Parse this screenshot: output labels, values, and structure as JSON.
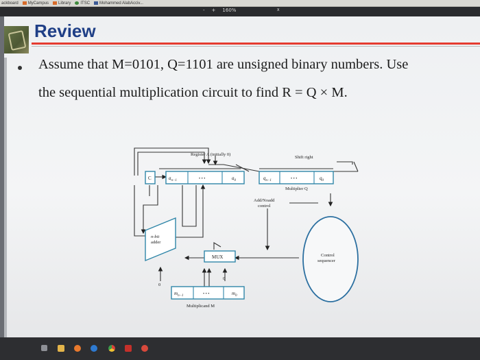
{
  "browser": {
    "bookmarks": [
      "ackboard",
      "MyCampus",
      "Library",
      "ITSC",
      "Mohammed AlabAcciv..."
    ],
    "zoom": {
      "minus": "-",
      "plus": "+",
      "level": "160%"
    },
    "close": "x"
  },
  "slide": {
    "title": "Review",
    "bullet": "•",
    "question_line1": "Assume that M=0101, Q=1101 are unsigned binary numbers. Use",
    "question_line2": "the sequential multiplication circuit to find R = Q × M."
  },
  "diagram": {
    "register_a_label": "Register A (initially 0)",
    "shift_right_label": "Shift right",
    "c_label": "C",
    "a_high": "a",
    "a_high_sub": "n−1",
    "a_low": "a",
    "a_low_sub": "0",
    "q_high": "q",
    "q_high_sub": "n−1",
    "q_low": "q",
    "q_low_sub": "0",
    "ellipsis": "• • •",
    "multiplier_label": "Multiplier Q",
    "add_noadd_label": "Add/Noadd",
    "control_label": "control",
    "adder_label_1": "n-bit",
    "adder_label_2": "adder",
    "mux_label": "MUX",
    "zero_left": "0",
    "zero_mux": "0",
    "m_high": "m",
    "m_high_sub": "n−1",
    "m_low": "m",
    "m_low_sub": "0",
    "multiplicand_label": "Multiplicand M",
    "sequencer_label_1": "Control",
    "sequencer_label_2": "sequencer"
  },
  "taskbar": {
    "icons": [
      "task-view-icon",
      "file-explorer-icon",
      "firefox-icon",
      "edge-icon",
      "chrome-icon",
      "acrobat-icon",
      "app-icon"
    ]
  },
  "colors": {
    "title": "#1f3f86",
    "rule": "#e53b2f",
    "register_border": "#2f86a8",
    "sequencer_border": "#2b6fa0"
  }
}
